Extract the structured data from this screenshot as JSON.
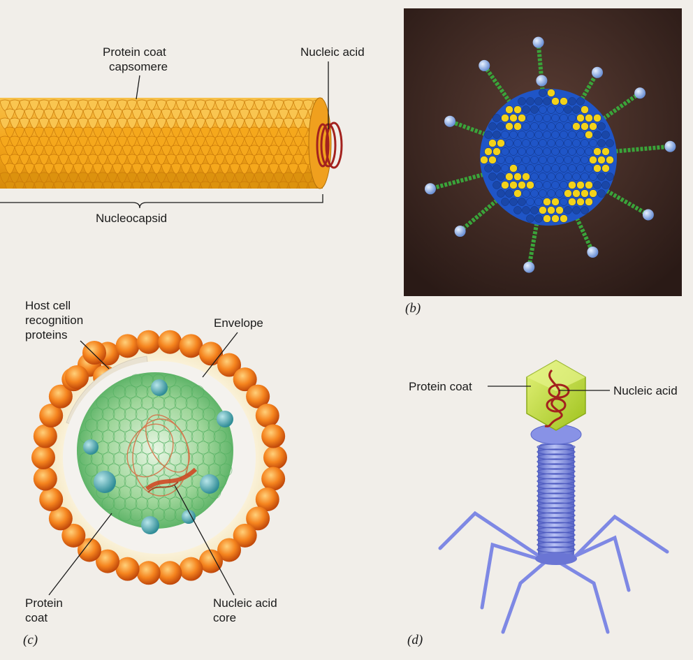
{
  "panel_a": {
    "protein_coat_line1": "Protein coat",
    "protein_coat_line2": "capsomere",
    "nucleic_acid": "Nucleic acid",
    "nucleocapsid": "Nucleocapsid"
  },
  "panel_b": {
    "letter": "(b)"
  },
  "panel_c": {
    "letter": "(c)",
    "host_cell_line1": "Host cell",
    "host_cell_line2": "recognition",
    "host_cell_line3": "proteins",
    "envelope": "Envelope",
    "protein_coat_line1": "Protein",
    "protein_coat_line2": "coat",
    "nucleic_core_line1": "Nucleic acid",
    "nucleic_core_line2": "core"
  },
  "panel_d": {
    "letter": "(d)",
    "protein_coat": "Protein coat",
    "nucleic_acid": "Nucleic acid"
  },
  "colors": {
    "capsid_orange": "#f5a81c",
    "capsid_dark": "#c97a0a",
    "nucleic_red": "#a3221e",
    "adeno_blue": "#1f55c7",
    "adeno_yellow": "#f3d21a",
    "adeno_bg": "#3a2722",
    "spike_green": "#3aa43a",
    "envelope_orange": "#f07a1a",
    "phage_blue": "#7d88e0",
    "phage_head": "#c4de3a"
  }
}
